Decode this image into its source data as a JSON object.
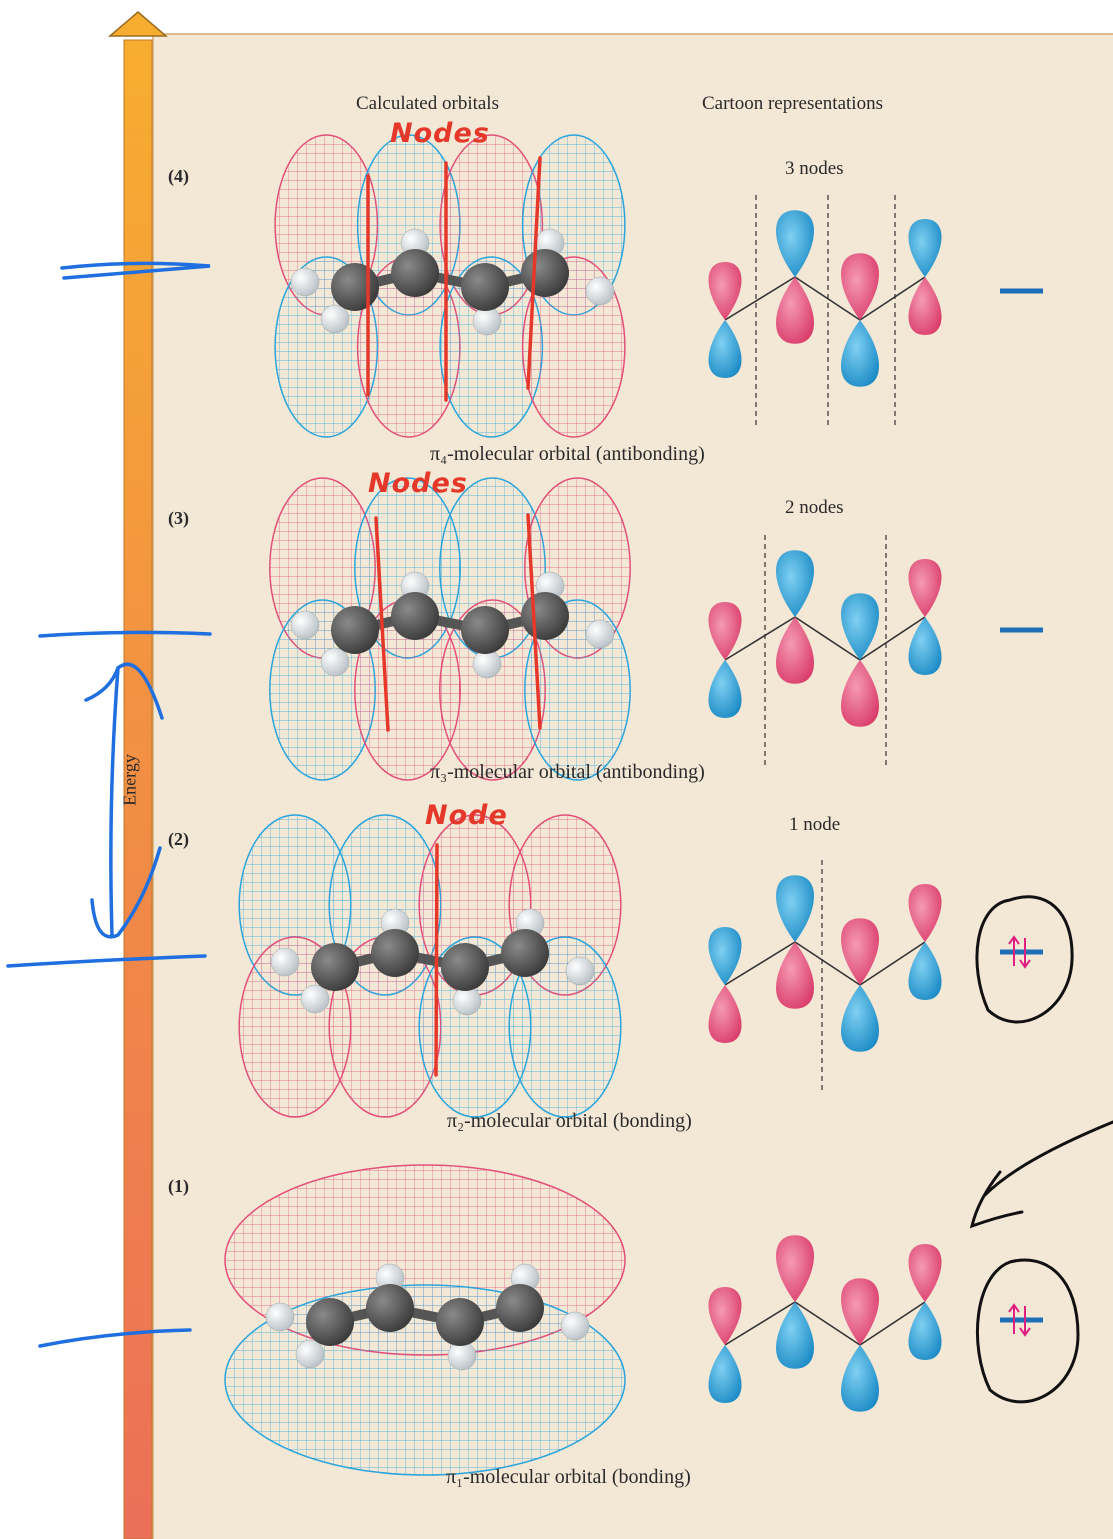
{
  "axis": {
    "label": "Energy"
  },
  "headers": {
    "calculated": "Calculated orbitals",
    "cartoon": "Cartoon representations"
  },
  "orbitals": [
    {
      "level": "(4)",
      "caption": "π₄-molecular orbital (antibonding)",
      "node_label": "3 nodes",
      "annotation": "Nodes"
    },
    {
      "level": "(3)",
      "caption": "π₃-molecular orbital (antibonding)",
      "node_label": "2 nodes",
      "annotation": "Nodes"
    },
    {
      "level": "(2)",
      "caption": "π₂-molecular orbital (bonding)",
      "node_label": "1 node",
      "annotation": "Node"
    },
    {
      "level": "(1)",
      "caption": "π₁-molecular orbital (bonding)",
      "node_label": "",
      "annotation": ""
    }
  ],
  "colors": {
    "pink": "#e2507a",
    "blue": "#2aa5dc",
    "panel": "#f3e7d5",
    "ink": "#e5382a",
    "pen": "#1f6fe0",
    "level": "#1e6fb8"
  }
}
